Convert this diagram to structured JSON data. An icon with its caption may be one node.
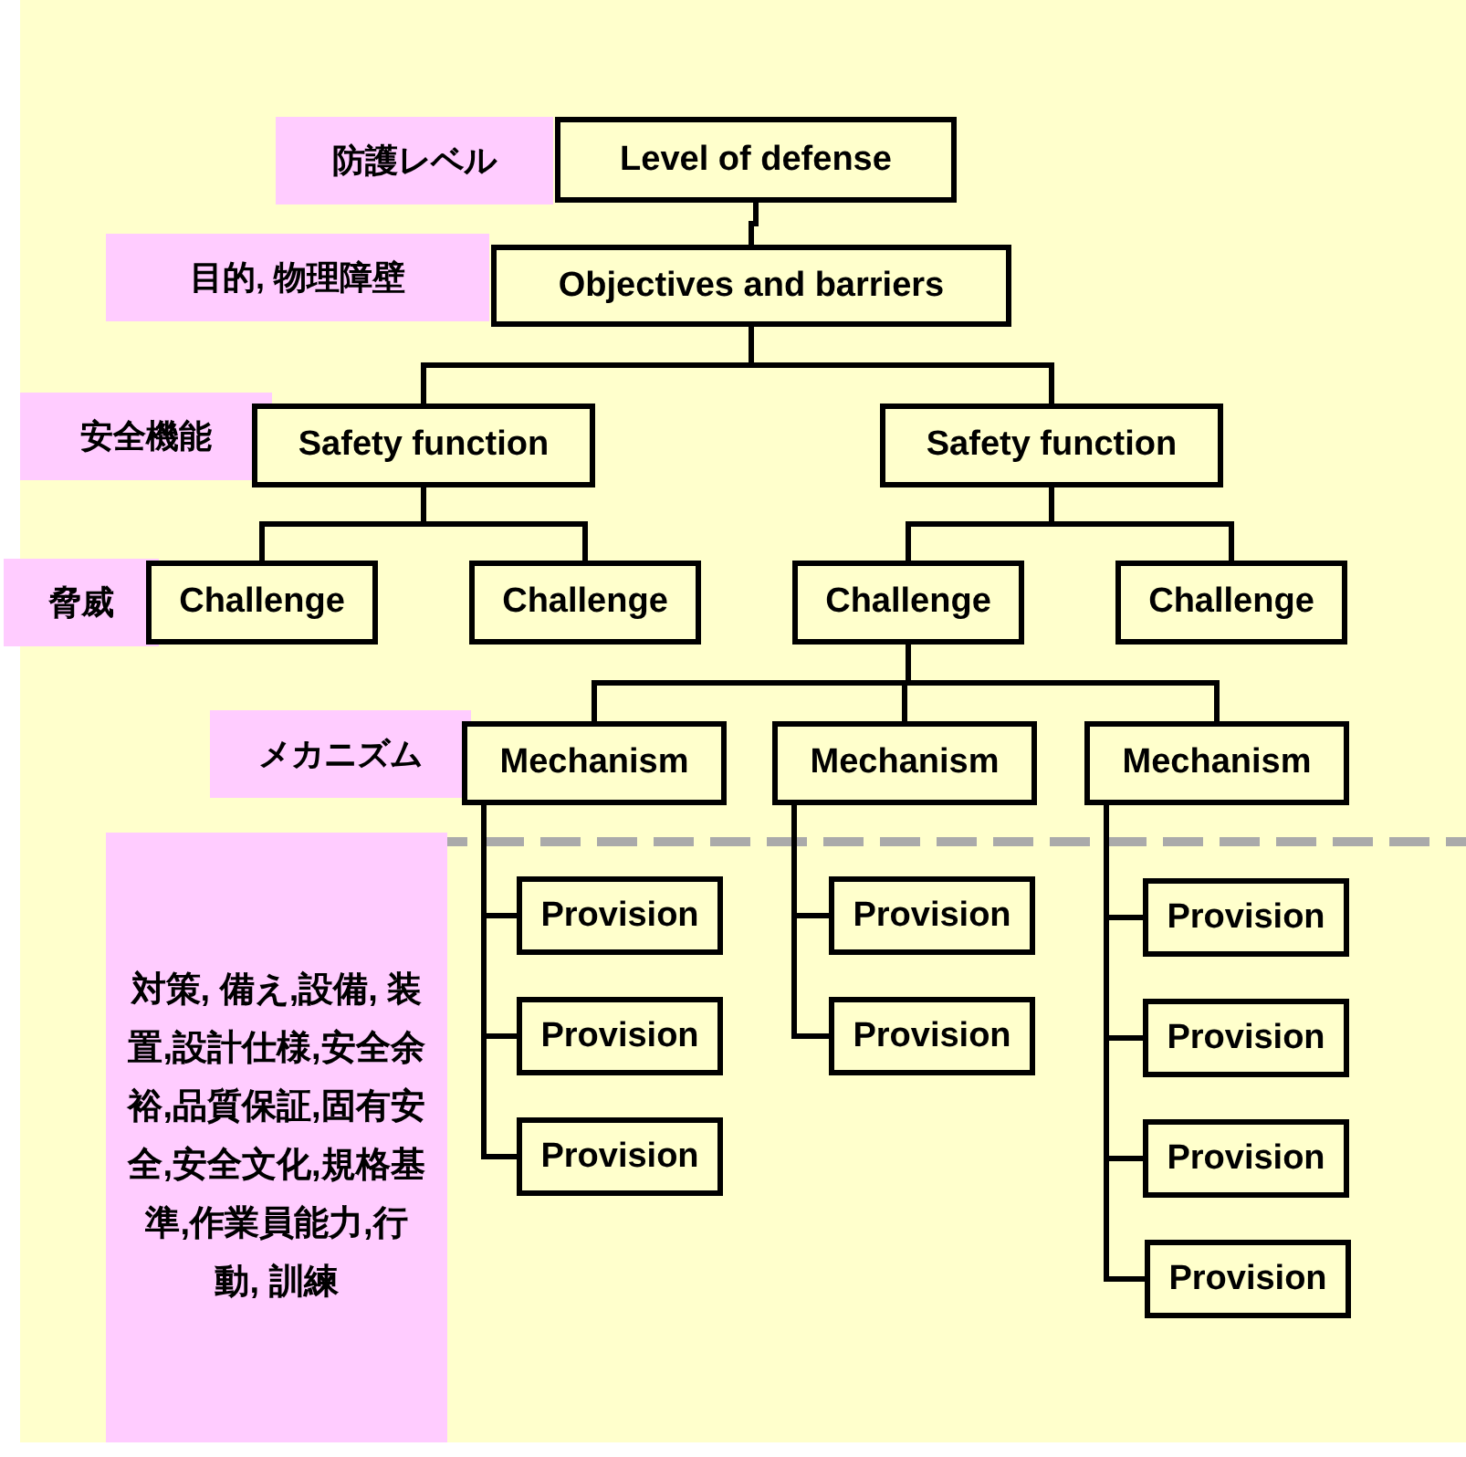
{
  "diagram": {
    "nodes": [
      {
        "text": [
          "防護レベル"
        ]
      },
      {
        "text": [
          "Level of defense"
        ]
      },
      {
        "text": [
          "目的, 物理障壁"
        ]
      },
      {
        "text": [
          "Objectives and barriers"
        ]
      },
      {
        "text": [
          "安全機能"
        ]
      },
      {
        "text": [
          "Safety function"
        ]
      },
      {
        "text": [
          "Safety function"
        ]
      },
      {
        "text": [
          "脅威"
        ]
      },
      {
        "text": [
          "Challenge"
        ]
      },
      {
        "text": [
          "Challenge"
        ]
      },
      {
        "text": [
          "Challenge"
        ]
      },
      {
        "text": [
          "Challenge"
        ]
      },
      {
        "text": [
          "メカニズム"
        ]
      },
      {
        "text": [
          "Mechanism"
        ]
      },
      {
        "text": [
          "Mechanism"
        ]
      },
      {
        "text": [
          "Mechanism"
        ]
      },
      {
        "text": [
          "対策, 備え,設備, 装置,設計仕様,安全余裕,品質保証,固有安全,安全文化,規格基準,作業員能力,行動, 訓練"
        ]
      },
      {
        "text": [
          "Provision"
        ]
      },
      {
        "text": [
          "Provision"
        ]
      },
      {
        "text": [
          "Provision"
        ]
      },
      {
        "text": [
          "Provision"
        ]
      },
      {
        "text": [
          "Provision"
        ]
      },
      {
        "text": [
          "Provision"
        ]
      },
      {
        "text": [
          "Provision"
        ]
      },
      {
        "text": [
          "Provision"
        ]
      },
      {
        "text": [
          "Provision"
        ]
      }
    ],
    "edges": [
      {
        "from": 1,
        "to": 3,
        "arrow": "none"
      },
      {
        "from": 3,
        "to": 5,
        "arrow": "none"
      },
      {
        "from": 3,
        "to": 6,
        "arrow": "none"
      },
      {
        "from": 5,
        "to": 8,
        "arrow": "none"
      },
      {
        "from": 5,
        "to": 9,
        "arrow": "none"
      },
      {
        "from": 6,
        "to": 10,
        "arrow": "none"
      },
      {
        "from": 6,
        "to": 11,
        "arrow": "none"
      },
      {
        "from": 10,
        "to": 13,
        "arrow": "none"
      },
      {
        "from": 10,
        "to": 14,
        "arrow": "none"
      },
      {
        "from": 10,
        "to": 15,
        "arrow": "none"
      },
      {
        "from": 13,
        "to": 17,
        "arrow": "none"
      },
      {
        "from": 13,
        "to": 18,
        "arrow": "none"
      },
      {
        "from": 13,
        "to": 19,
        "arrow": "none"
      },
      {
        "from": 14,
        "to": 20,
        "arrow": "none"
      },
      {
        "from": 14,
        "to": 21,
        "arrow": "none"
      },
      {
        "from": 15,
        "to": 22,
        "arrow": "none"
      },
      {
        "from": 15,
        "to": 23,
        "arrow": "none"
      },
      {
        "from": 15,
        "to": 24,
        "arrow": "none"
      },
      {
        "from": 15,
        "to": 25,
        "arrow": "none"
      }
    ]
  }
}
